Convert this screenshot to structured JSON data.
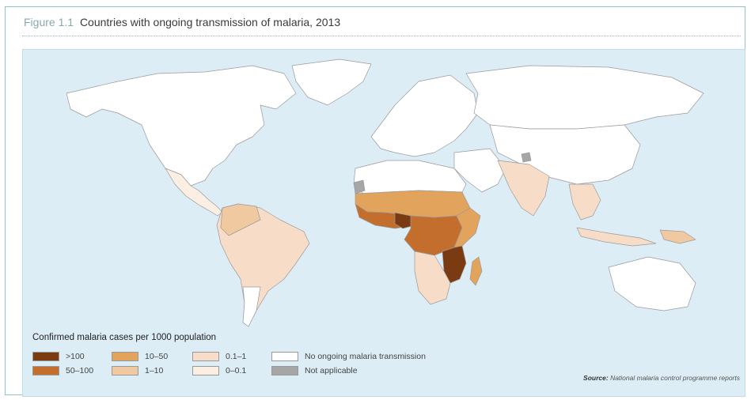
{
  "figure": {
    "number": "Figure 1.1",
    "title": "Countries with ongoing transmission of malaria, 2013"
  },
  "legend": {
    "title": "Confirmed malaria cases per 1000 population",
    "items": [
      {
        "label": ">100",
        "color": "#7a3a12"
      },
      {
        "label": "50–100",
        "color": "#c46e2e"
      },
      {
        "label": "10–50",
        "color": "#e2a35c"
      },
      {
        "label": "1–10",
        "color": "#f1c9a0"
      },
      {
        "label": "0.1–1",
        "color": "#f7ddc8"
      },
      {
        "label": "0–0.1",
        "color": "#fbeee2"
      },
      {
        "label": "No ongoing malaria transmission",
        "color": "#ffffff"
      },
      {
        "label": "Not applicable",
        "color": "#a6a6a6"
      }
    ]
  },
  "source": {
    "label": "Source:",
    "text": "National malaria control programme reports"
  },
  "map_colors": {
    "water": "#dcedf6",
    "land_default": "#ffffff",
    "border": "#9a9a9a"
  }
}
